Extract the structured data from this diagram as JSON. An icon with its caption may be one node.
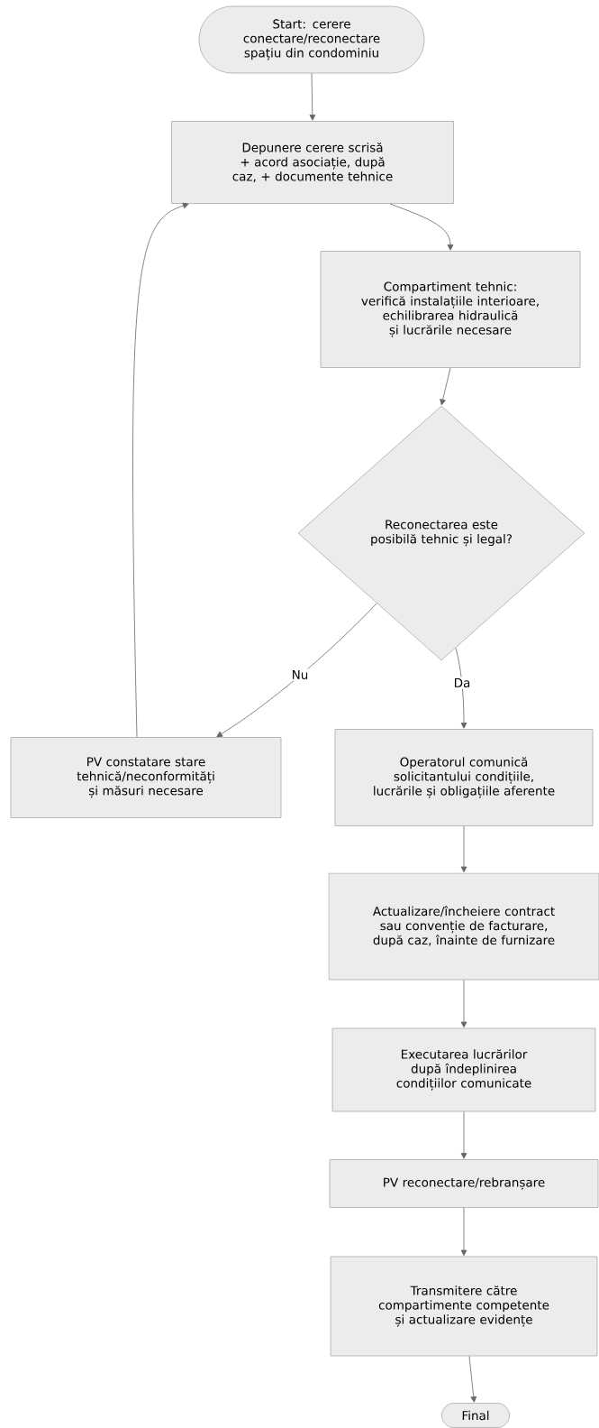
{
  "diagram": {
    "nodes": [
      {
        "text": [
          "Start: cerere conectare/reconectare spațiu din condominiu"
        ]
      },
      {
        "text": [
          "Depunere cerere scrisă + acord asociație, după caz, + documente tehnice"
        ]
      },
      {
        "text": [
          "Compartiment tehnic: verifică instalațiile interioare, echilibrarea hidraulică și lucrările necesare"
        ]
      },
      {
        "text": [
          "Reconectarea este posibilă tehnic și legal?"
        ]
      },
      {
        "text": [
          "PV constatare stare tehnică/neconformități și măsuri necesare"
        ]
      },
      {
        "text": [
          "Operatorul comunică solicitantului condițiile, lucrările și obligațiile aferente"
        ]
      },
      {
        "text": [
          "Actualizare/încheiere contract sau convenție de facturare, după caz, înainte de furnizare"
        ]
      },
      {
        "text": [
          "Executarea lucrărilor după îndeplinirea condițiilor comunicate"
        ]
      },
      {
        "text": [
          "PV reconectare/rebranșare"
        ]
      },
      {
        "text": [
          "Transmitere către compartimente competente și actualizare evidențe"
        ]
      },
      {
        "text": [
          "Final"
        ]
      }
    ],
    "edges": [
      {
        "from": 0,
        "to": 1,
        "arrow": "to"
      },
      {
        "from": 1,
        "to": 2,
        "arrow": "to"
      },
      {
        "from": 2,
        "to": 3,
        "arrow": "to"
      },
      {
        "from": 3,
        "to": 4,
        "arrow": "to",
        "label": "Nu"
      },
      {
        "from": 3,
        "to": 5,
        "arrow": "to",
        "label": "Da"
      },
      {
        "from": 4,
        "to": 1,
        "arrow": "to"
      },
      {
        "from": 5,
        "to": 6,
        "arrow": "to"
      },
      {
        "from": 6,
        "to": 7,
        "arrow": "to"
      },
      {
        "from": 7,
        "to": 8,
        "arrow": "to"
      },
      {
        "from": 8,
        "to": 9,
        "arrow": "to"
      },
      {
        "from": 9,
        "to": 10,
        "arrow": "to"
      }
    ]
  }
}
